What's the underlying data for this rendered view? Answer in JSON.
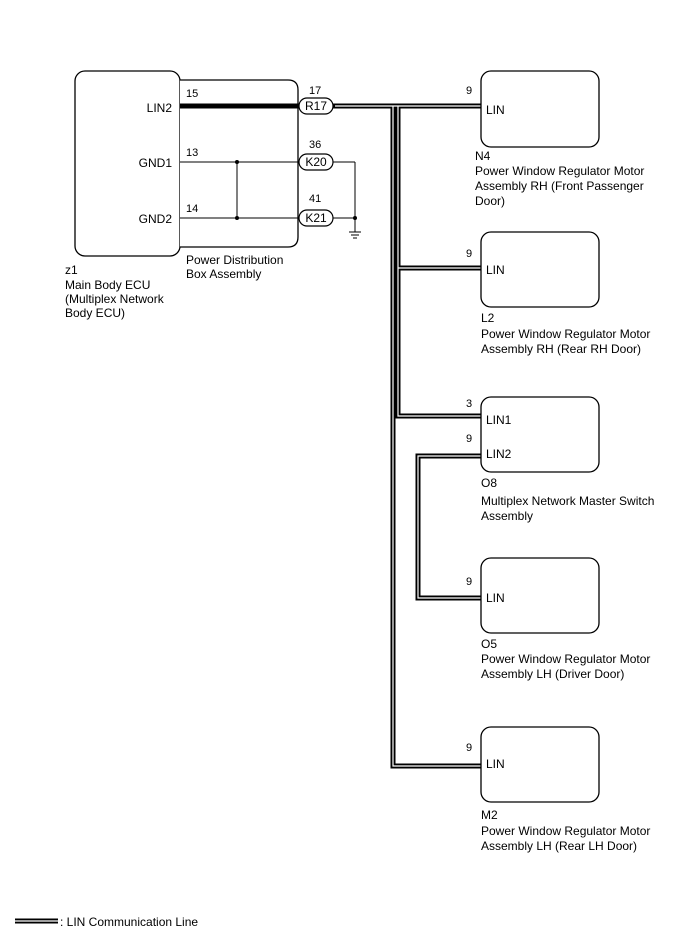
{
  "components": {
    "main_ecu": {
      "code": "z1",
      "name_lines": [
        "Main Body ECU",
        "(Multiplex Network",
        "Body ECU)"
      ],
      "pins": [
        {
          "label": "LIN2",
          "number": "15"
        },
        {
          "label": "GND1",
          "number": "13"
        },
        {
          "label": "GND2",
          "number": "14"
        }
      ]
    },
    "power_distribution_box": {
      "name_lines": [
        "Power Distribution",
        "Box Assembly"
      ],
      "connectors": [
        {
          "id": "R17",
          "pin": "17"
        },
        {
          "id": "K20",
          "pin": "36"
        },
        {
          "id": "K21",
          "pin": "41"
        }
      ]
    },
    "n4": {
      "code": "N4",
      "pin_label": "LIN",
      "pin_number": "9",
      "name_lines": [
        "Power Window Regulator Motor",
        "Assembly RH (Front Passenger",
        "Door)"
      ]
    },
    "l2": {
      "code": "L2",
      "pin_label": "LIN",
      "pin_number": "9",
      "name_lines": [
        "Power Window Regulator Motor",
        "Assembly RH (Rear RH Door)"
      ]
    },
    "o8": {
      "code": "O8",
      "pins": [
        {
          "label": "LIN1",
          "number": "3"
        },
        {
          "label": "LIN2",
          "number": "9"
        }
      ],
      "name_lines": [
        "Multiplex Network Master Switch",
        "Assembly"
      ]
    },
    "o5": {
      "code": "O5",
      "pin_label": "LIN",
      "pin_number": "9",
      "name_lines": [
        "Power Window Regulator Motor",
        "Assembly LH (Driver Door)"
      ]
    },
    "m2": {
      "code": "M2",
      "pin_label": "LIN",
      "pin_number": "9",
      "name_lines": [
        "Power Window Regulator Motor",
        "Assembly LH (Rear LH Door)"
      ]
    }
  },
  "legend": {
    "text": ": LIN Communication Line"
  }
}
